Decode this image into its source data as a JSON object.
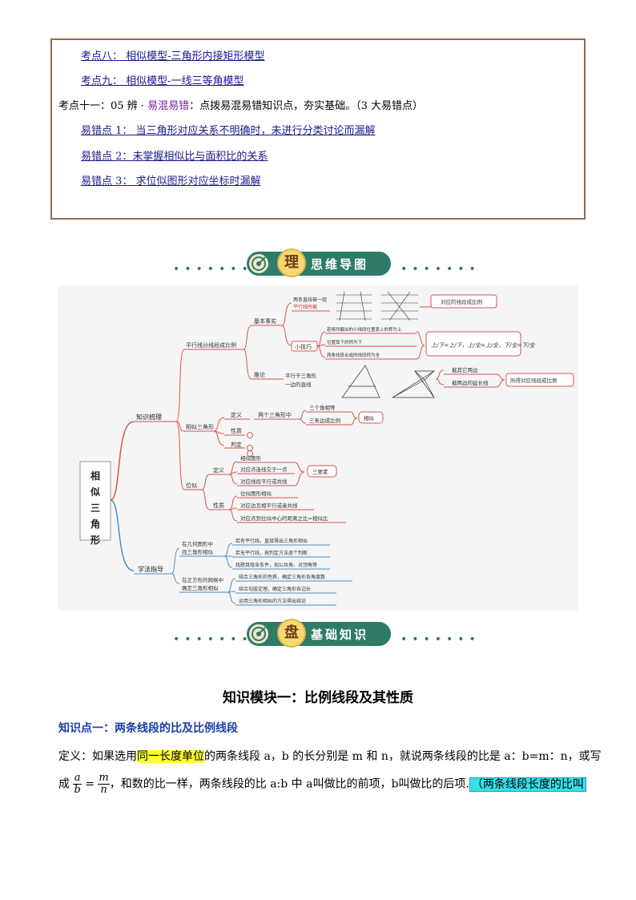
{
  "toc": {
    "items": [
      {
        "label": "考点八： 相似模型-三角形内接矩形模型",
        "style": "lnk"
      },
      {
        "label": "考点九： 相似模型-一线三等角模型",
        "style": "lnk"
      },
      {
        "prefix": "考点十一：05 辨 · ",
        "highlight": "易混易错",
        "suffix": "：点拨易混易错知识点，夯实基础。（3 大易错点）"
      },
      {
        "label": "易错点 1： 当三角形对应关系不明确时，未进行分类讨论而漏解",
        "style": "lnk"
      },
      {
        "label": "易错点 2：未掌握相似比与面积比的关系",
        "style": "lnk"
      },
      {
        "label": "易错点 3： 求位似图形对应坐标时漏解",
        "style": "lnk"
      }
    ]
  },
  "banner1": {
    "char": "理",
    "title": "思维导图"
  },
  "banner2": {
    "char": "盘",
    "title": "基础知识"
  },
  "mindmap": {
    "root": "相似三角形",
    "n_zsgl": "知识梳理",
    "n_pxx": "平行线分线段成比例",
    "n_jbss": "基本事实",
    "jbss_1a": "两条直线被一组",
    "jbss_1b": "平行线所截",
    "jbss_r": "对应的线段成比例",
    "n_xjq": "小技巧",
    "xjq_1": "若将所截出的小线段位置靠上的称为上",
    "xjq_2": "位置靠下的称为下",
    "xjq_3": "两条线段合成的线段称为全",
    "formula": "上/下=上/下，上/全=上/全，下/全=下/全",
    "n_tl": "推论",
    "tl_1": "平行于三角形",
    "tl_2": "一边的直线",
    "jl_1": "截其它两边",
    "jl_2": "截两边的延长线",
    "jl_r": "所得对应线段成比例",
    "n_xsjx": "相似三角形",
    "n_dy": "定义",
    "dy_t": "两个三角形中",
    "dy_1": "三个角相等",
    "dy_2": "三条边成比例",
    "dy_r": "相似",
    "n_xz": "性质",
    "n_pd": "判定",
    "n_ws": "位似",
    "ws_dy": "定义",
    "ws_d1": "相似图形",
    "ws_d2": "对应点连线交于一点",
    "ws_d3": "对应线段平行或共线",
    "ws_dr": "三要素",
    "ws_xz": "性质",
    "ws_x1": "位似图形相似",
    "ws_x2": "对应边互相平行或者共线",
    "ws_x3": "对应点到位似中心的距离之比=相似比",
    "n_xfzd": "学法指导",
    "xf_a1": "在几何图形中",
    "xf_a2": "找三角形相似",
    "xf_a_i1": "若有平行线，直接得出三角形相似",
    "xf_a_i2": "若无平行线，按判定方法逐个判断",
    "xf_a_i3": "找题目隐含条件，如公共角、对顶角等",
    "xf_b1": "在正方形的网格中",
    "xf_b2": "确定三角形相似",
    "xf_b_i1": "结合三角形的性质，确定三角形各角度数",
    "xf_b_i2": "结合勾股定理，确定三角形各边长",
    "xf_b_i3": "运用三角形相似的方法得出结论"
  },
  "module_title": "知识模块一：比例线段及其性质",
  "point_title": "知识点一：两条线段的比及比例线段",
  "def": {
    "l1_a": "定义：如果选用",
    "l1_hl": "同一长度单位",
    "l1_b": "的两条线段 a，b 的长分别是 m 和 n，就说两条线段的比是 a：b=m：n，或写",
    "l2_a": "成",
    "frac1_num": "a",
    "frac1_den": "b",
    "eq": "=",
    "frac2_num": "m",
    "frac2_den": "n",
    "l2_b": "，和数的比一样，两条线段的比 a:b 中 a叫做比的前项，b叫做比的后项.",
    "l2_hl": "（两条线段长度的比叫"
  },
  "colors": {
    "accent": "#2e7b67",
    "toc_border": "#8a6e4b",
    "link": "#1a1a8c",
    "heading_blue": "#1b3ea8",
    "mm_red": "#d9534f",
    "mm_blue": "#4a90c8"
  }
}
